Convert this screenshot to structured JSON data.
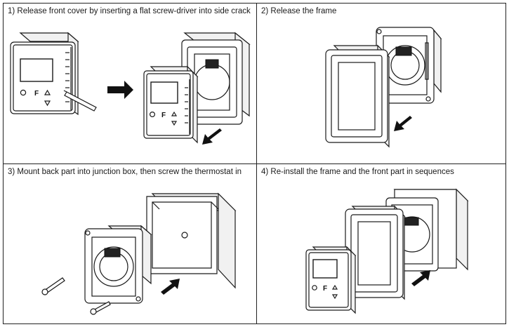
{
  "steps": [
    {
      "caption": "1) Release front cover by inserting a flat screw-driver into side crack"
    },
    {
      "caption": "2) Release the frame"
    },
    {
      "caption": "3) Mount back part into junction box, then screw the thermostat in"
    },
    {
      "caption": "4) Re-install the frame and the front part in sequences"
    }
  ],
  "device_label": "F",
  "icons": [
    "power-icon",
    "up-triangle-icon",
    "down-triangle-icon",
    "arrow-icon",
    "screwdriver-icon",
    "screw-icon"
  ]
}
